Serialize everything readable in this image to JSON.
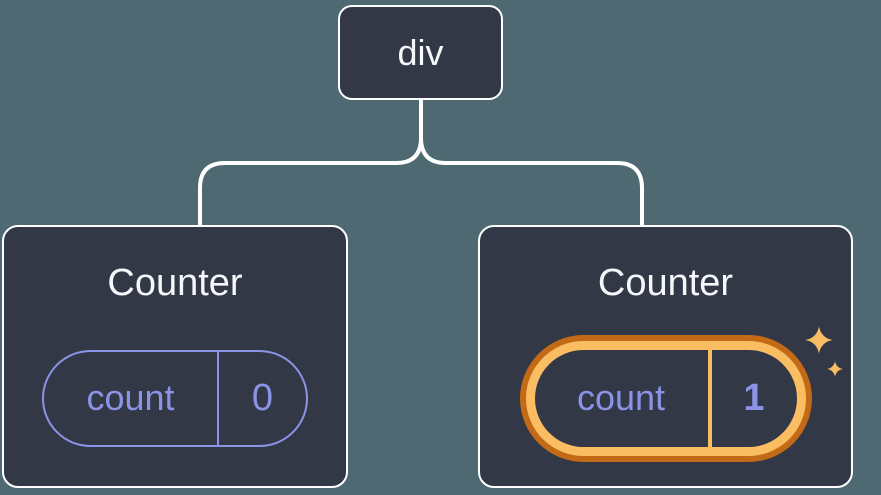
{
  "diagram": {
    "description": "React component tree: a div root with two Counter children; second Counter state is highlighted as new",
    "root": {
      "label": "div"
    },
    "children": [
      {
        "title": "Counter",
        "state": {
          "key": "count",
          "value": "0"
        },
        "highlighted": false
      },
      {
        "title": "Counter",
        "state": {
          "key": "count",
          "value": "1"
        },
        "highlighted": true
      }
    ]
  },
  "icons": {
    "sparkle": "✦"
  },
  "colors": {
    "background": "#4E6972",
    "card_bg": "#323845",
    "card_border": "#FFFFFF",
    "connector": "#FFFFFF",
    "state_accent": "#8A93E6",
    "highlight_outer": "#C26A15",
    "highlight_inner": "#FABD62",
    "text_primary": "#F5F7FA"
  }
}
